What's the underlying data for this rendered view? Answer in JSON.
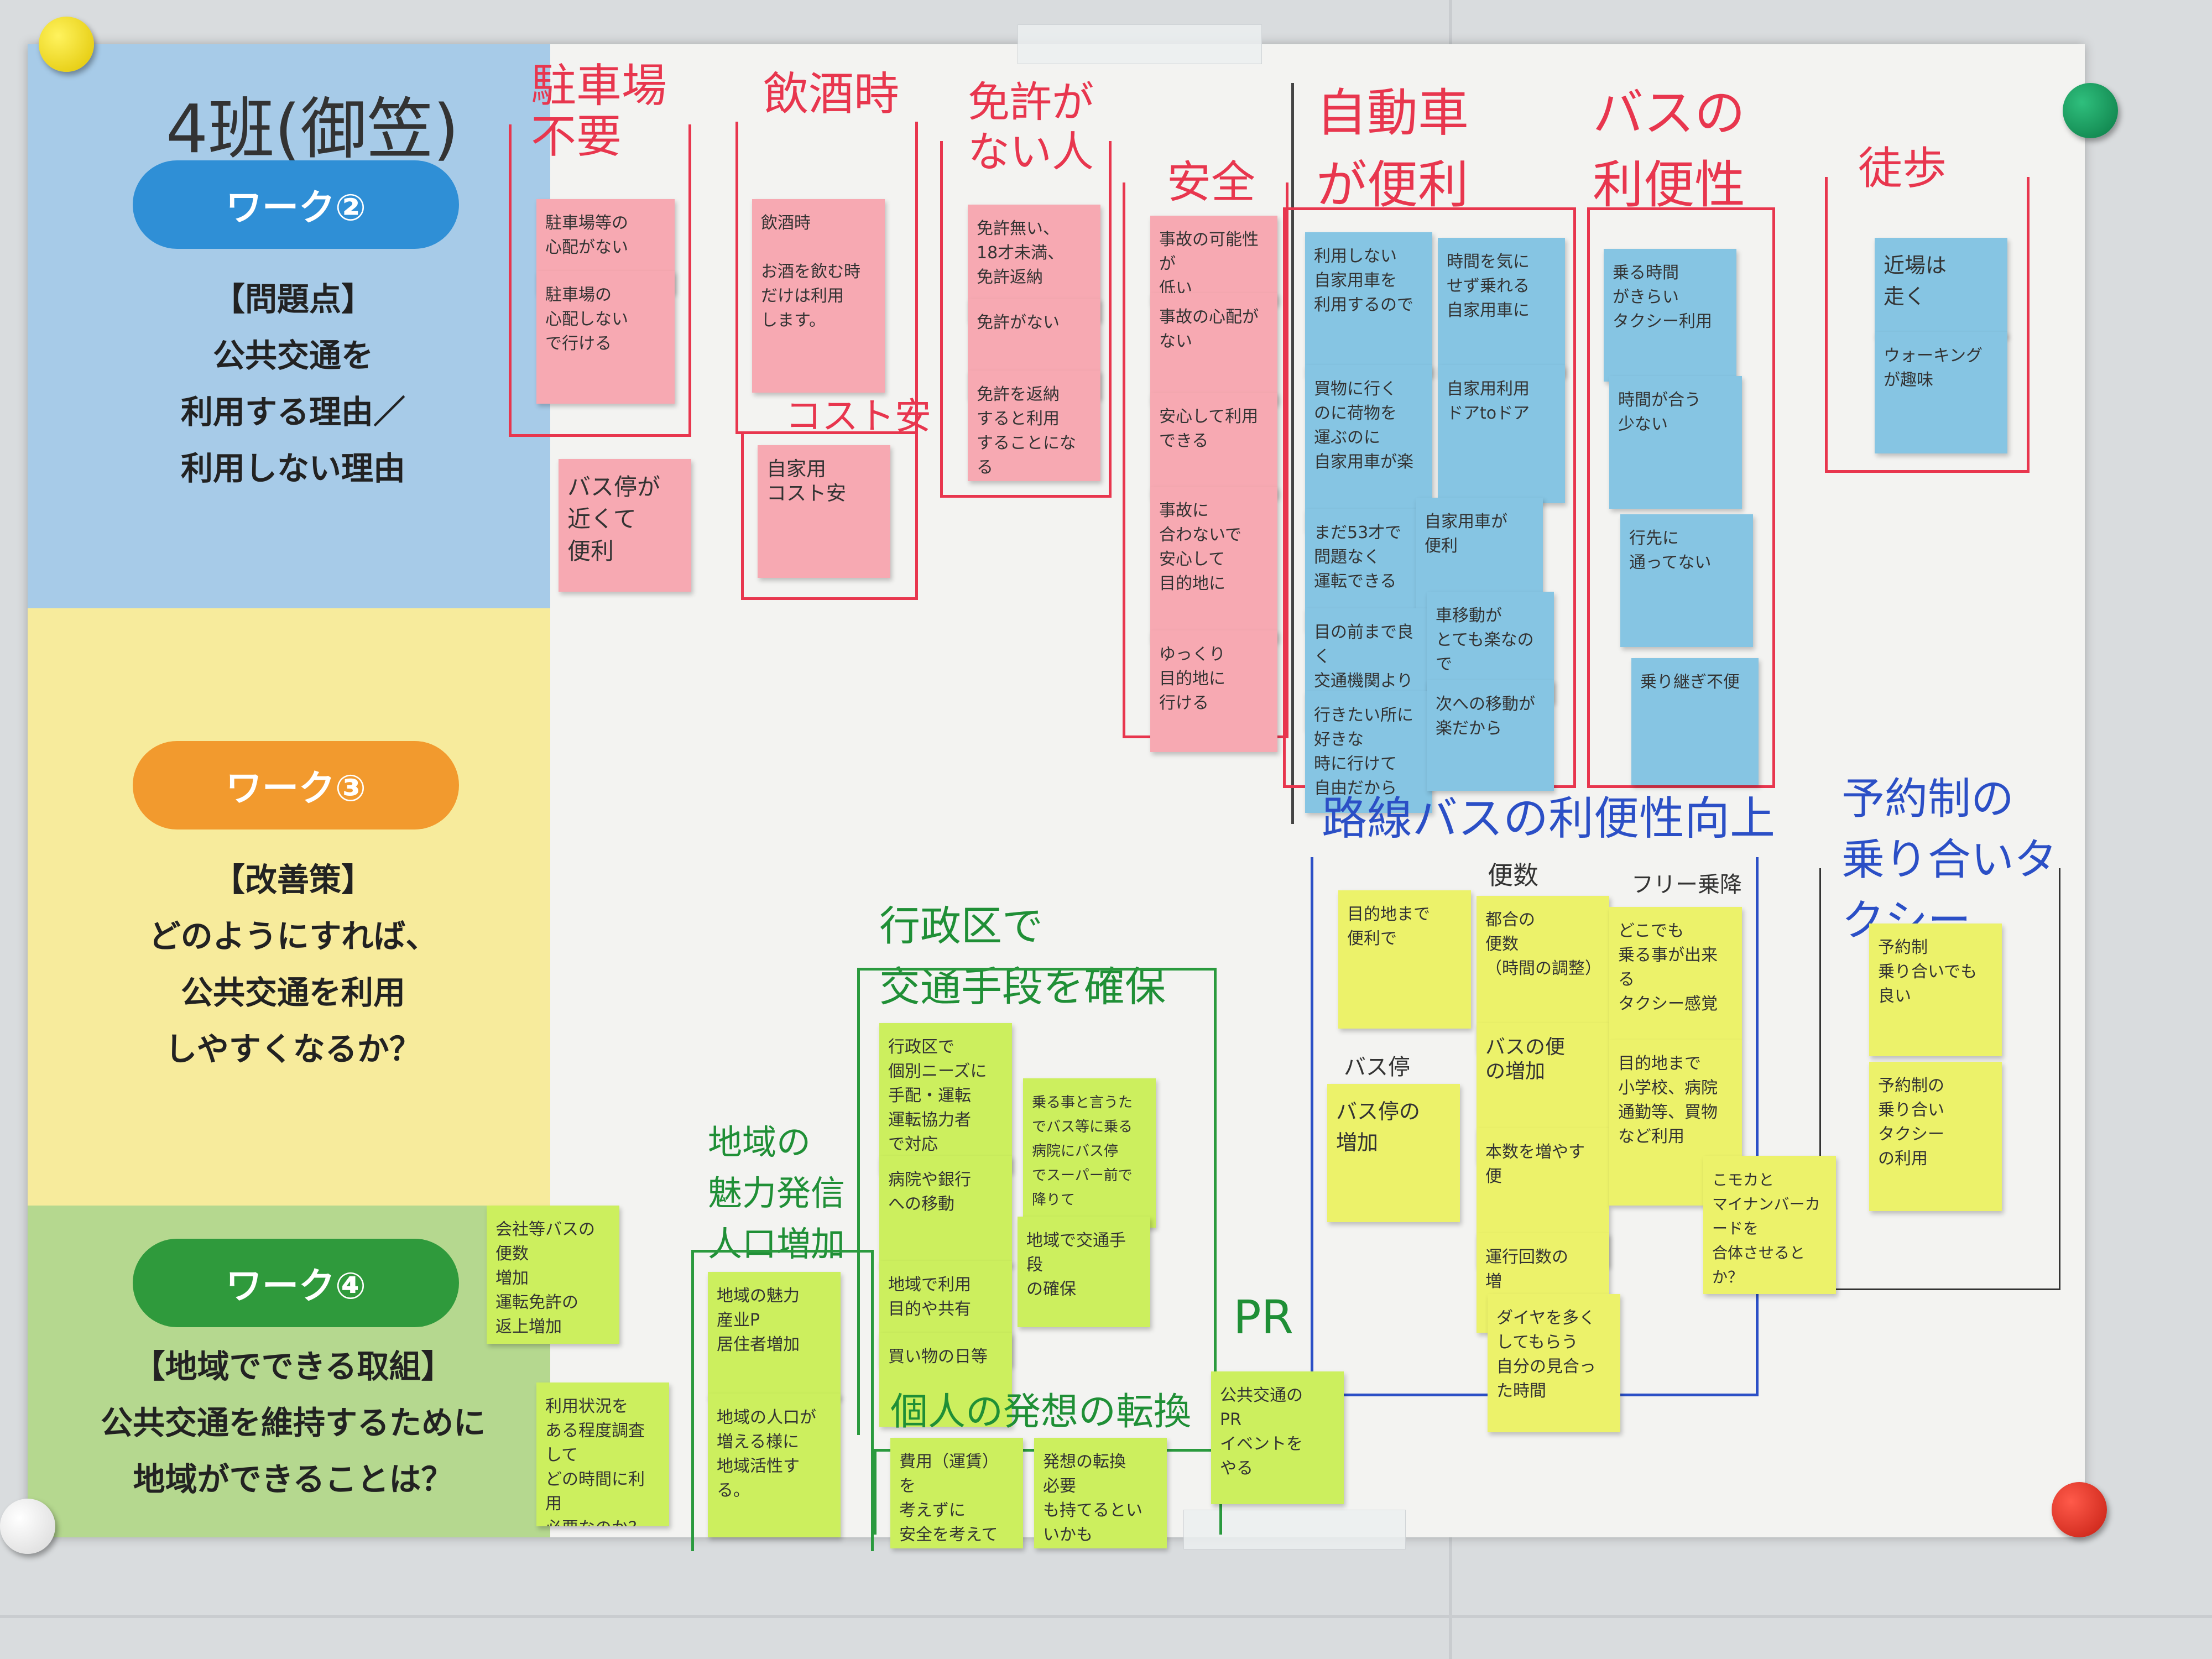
{
  "colors": {
    "band_blue": "#a7cbe8",
    "band_yellow": "#f7eb9c",
    "band_green": "#b5d88f",
    "pill_blue": "#2f8fd6",
    "pill_orange": "#f29a2e",
    "pill_green": "#2f9a3c",
    "sticky_pink": "#f7a9b2",
    "sticky_blue": "#86c5e3",
    "sticky_yellow": "#ecf26a",
    "marker_red": "#e8364e",
    "marker_blue": "#2b4fc6",
    "marker_green": "#1f8f36"
  },
  "sidebar": {
    "title": "4班(御笠)",
    "works": [
      {
        "label": "ワーク②",
        "question": "【問題点】\n公共交通を\n利用する理由／\n利用しない理由"
      },
      {
        "label": "ワーク③",
        "question": "【改善策】\nどのようにすれば、\n公共交通を利用\nしやすくなるか？"
      },
      {
        "label": "ワーク④",
        "question": "【地域でできる取組】\n公共交通を維持するために\n地域ができることは？"
      }
    ]
  },
  "headings": {
    "parking": "駐車場\n不要",
    "drinking": "飲酒時",
    "license": "免許が\nない人",
    "safety": "安全",
    "cost": "コスト安",
    "car": "自動車\nが便利",
    "bus": "バスの\n利便性",
    "walk": "徒歩",
    "route_bus": "路線バスの利便性向上",
    "frequency": "便数",
    "free": "フリー乗降",
    "stop": "バス停",
    "reservation": "予約制の\n乗り合いタクシー",
    "admin": "行政区で\n交通手段を確保",
    "region": "地域の\n魅力発信\n人口増加",
    "mindset": "個人の発想の転換",
    "pr": "PR"
  },
  "notes": {
    "parking": [
      "駐車場等の\n心配がない",
      "駐車場の\n心配しない\nで行ける"
    ],
    "bus_near": "バス停が\n近くて\n便利",
    "drinking": "飲酒時\n\nお酒を飲む時\nだけは利用\nします。",
    "cost": "自家用\nコスト安",
    "license": [
      "免許無い、\n18才未満、\n免許返納",
      "免許がない",
      "免許を返納\nすると利用\nすることになる"
    ],
    "safety": [
      "事故の可能性が\n低い",
      "事故の心配が\nない",
      "安心して利用\nできる",
      "事故に\n合わないで\n安心して\n目的地に",
      "ゆっくり\n目的地に\n行ける"
    ],
    "car": [
      "利用しない\n自家用車を\n利用するので",
      "時間を気に\nせず乗れる\n自家用車に",
      "買物に行く\nのに荷物を\n運ぶのに\n自家用車が楽",
      "自家用利用\nドアtoドア",
      "まだ53才で\n問題なく\n運転できる",
      "自家用車が\n便利",
      "目の前まで良く\n交通機関より\n家まで行ける",
      "車移動が\nとても楽なので",
      "行きたい所に好きな\n時に行けて\n自由だから",
      "次への移動が\n楽だから"
    ],
    "bus": [
      "乗る時間\nがきらい\nタクシー利用",
      "時間が合う\n少ない",
      "行先に\n通ってない",
      "乗り継ぎ不便"
    ],
    "walk": [
      "近場は\n走く",
      "ウォーキング\nが趣味"
    ],
    "route": [
      "目的地まで\n便利で",
      "バス停の\n増加",
      "都合の\n便数\n（時間の調整）",
      "バスの便\nの増加",
      "本数を増やす\n便",
      "運行回数の\n増",
      "ダイヤを多くしてもらう\n自分の見合った時間"
    ],
    "free": [
      "どこでも\n乗る事が出来る\nタクシー感覚",
      "目的地まで\n小学校、病院\n通勤等、買物\nなど利用",
      "こモカと\nマイナンバーカードを\n合体させるとか？"
    ],
    "reservation": [
      "予約制\n乗り合いでも\n良い",
      "予約制の\n乗り合い\nタクシー\nの利用"
    ],
    "admin": [
      "行政区で\n個別ニーズに\n手配・運転\n運転協力者\nで対応",
      "乗る事と言うた\nでバス等に乗る\n病院にバス停\nでスーパー前で\n降りて",
      "病院や銀行\nへの移動",
      "地域で交通手段\nの確保",
      "地域で利用\n目的や共有",
      "買い物の日等"
    ],
    "region": [
      "地域の魅力\n産业P\n居住者増加",
      "地域の人口が\n増える様に\n地域活性する。"
    ],
    "community": [
      "会社等バスの便数\n増加\n運転免許の\n返上増加",
      "利用状況を\nある程度調査して\nどの時間に利用\n必要なのか？不便な\n時間を知ること"
    ],
    "mindset": [
      "費用（運賃）を\n考えずに\n安全を考えて\n交通を考える",
      "発想の転換\n必要\nも持てるといいかも"
    ],
    "pr": "公共交通の\nPR\nイベントを\nやる"
  }
}
